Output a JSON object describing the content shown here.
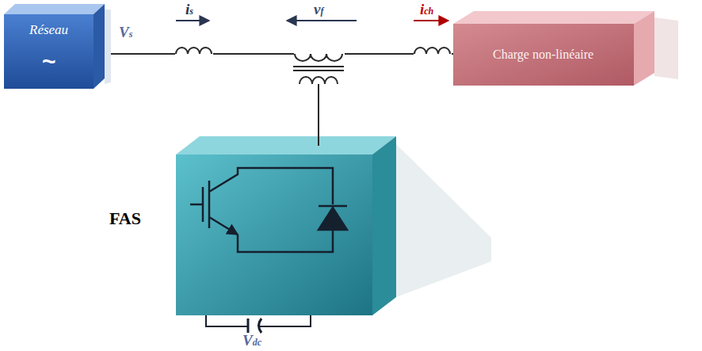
{
  "diagram": {
    "nodes": [
      {
        "text": [
          "Réseau",
          "~"
        ]
      },
      {
        "text": [
          "Charge non-linéaire"
        ]
      },
      {
        "text": [
          "FAS"
        ]
      }
    ],
    "edges": [
      {
        "from": 0,
        "to": 1,
        "arrow": "none"
      }
    ],
    "labels": [
      "Vs",
      "is",
      "vf",
      "ich",
      "Vdc"
    ]
  }
}
